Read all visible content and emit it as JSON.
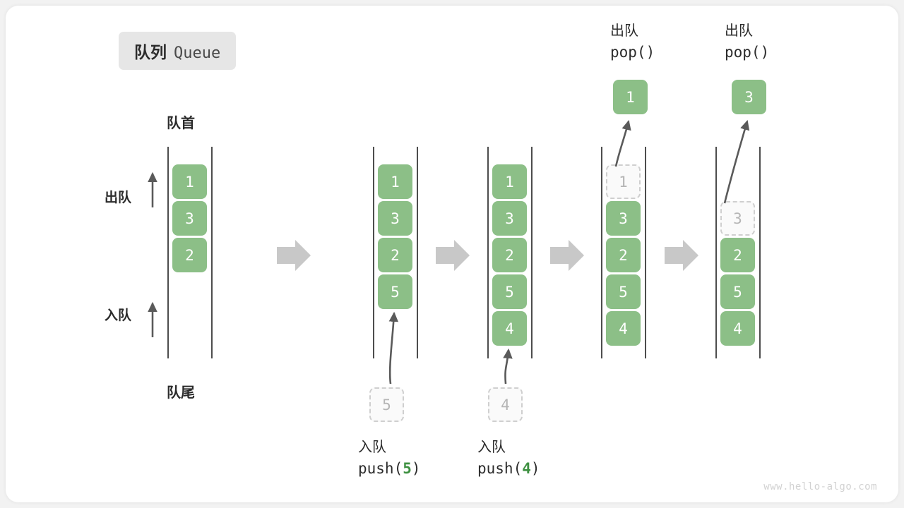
{
  "title": {
    "cn": "队列",
    "en": "Queue"
  },
  "captions": {
    "head": "队首",
    "tail": "队尾"
  },
  "side_labels": {
    "pop": "出队",
    "push": "入队"
  },
  "colors": {
    "box_fill": "#8CBF87",
    "box_text": "#ffffff",
    "ghost_border": "#cfcfcf",
    "ghost_text": "#b5b5b5",
    "rail": "#4d4d4d",
    "transition_arrow": "#c8c8c8",
    "accent_green": "#3f9142",
    "card_bg": "#ffffff",
    "badge_bg": "#e6e6e6"
  },
  "watermark": "www.hello-algo.com",
  "columns": [
    {
      "id": "initial",
      "slots": [
        {
          "value": "1",
          "state": "filled"
        },
        {
          "value": "3",
          "state": "filled"
        },
        {
          "value": "2",
          "state": "filled"
        }
      ]
    },
    {
      "id": "after-push-5",
      "slots": [
        {
          "value": "1",
          "state": "filled"
        },
        {
          "value": "3",
          "state": "filled"
        },
        {
          "value": "2",
          "state": "filled"
        },
        {
          "value": "5",
          "state": "filled"
        }
      ],
      "incoming": {
        "value": "5",
        "state": "ghost"
      },
      "operation": {
        "cn": "入队",
        "fn": "push(",
        "arg": "5",
        "fn_close": ")"
      }
    },
    {
      "id": "after-push-4",
      "slots": [
        {
          "value": "1",
          "state": "filled"
        },
        {
          "value": "3",
          "state": "filled"
        },
        {
          "value": "2",
          "state": "filled"
        },
        {
          "value": "5",
          "state": "filled"
        },
        {
          "value": "4",
          "state": "filled"
        }
      ],
      "incoming": {
        "value": "4",
        "state": "ghost"
      },
      "operation": {
        "cn": "入队",
        "fn": "push(",
        "arg": "4",
        "fn_close": ")"
      }
    },
    {
      "id": "after-pop-1",
      "slots": [
        {
          "value": "1",
          "state": "ghost"
        },
        {
          "value": "3",
          "state": "filled"
        },
        {
          "value": "2",
          "state": "filled"
        },
        {
          "value": "5",
          "state": "filled"
        },
        {
          "value": "4",
          "state": "filled"
        }
      ],
      "popped": {
        "value": "1",
        "state": "filled"
      },
      "operation": {
        "cn": "出队",
        "fn": "pop()",
        "arg": "",
        "fn_close": ""
      }
    },
    {
      "id": "after-pop-3",
      "slots": [
        {
          "value": "",
          "state": "empty"
        },
        {
          "value": "3",
          "state": "ghost"
        },
        {
          "value": "2",
          "state": "filled"
        },
        {
          "value": "5",
          "state": "filled"
        },
        {
          "value": "4",
          "state": "filled"
        }
      ],
      "popped": {
        "value": "3",
        "state": "filled"
      },
      "operation": {
        "cn": "出队",
        "fn": "pop()",
        "arg": "",
        "fn_close": ""
      }
    }
  ],
  "transition_arrows": 4
}
